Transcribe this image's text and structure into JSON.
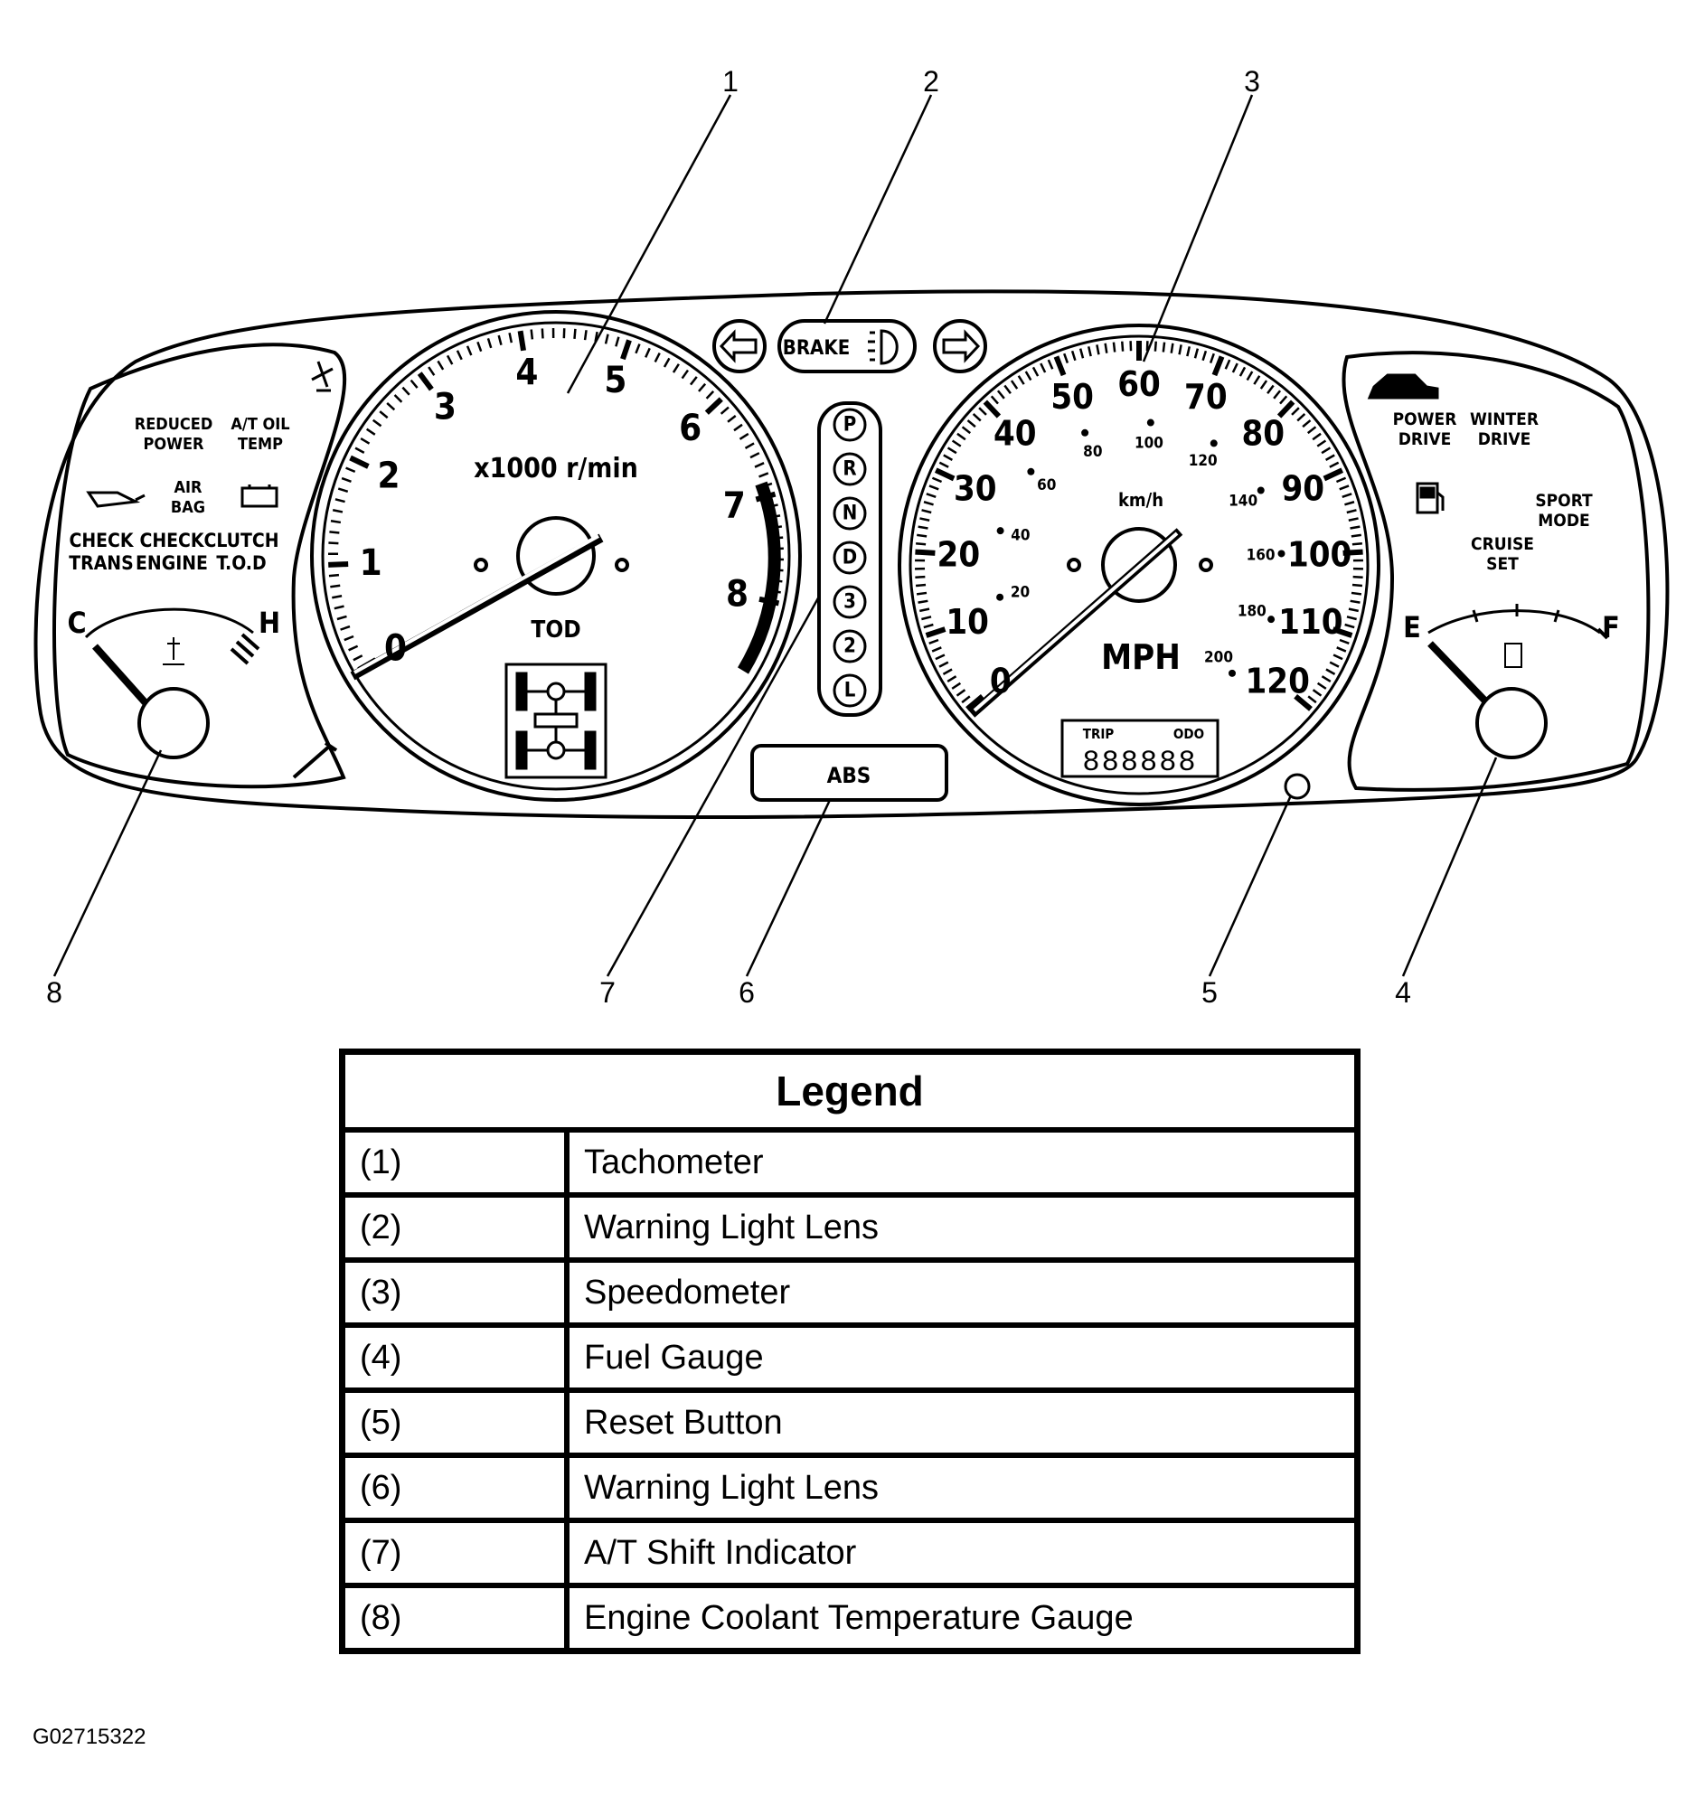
{
  "figure": {
    "id": "G02715322",
    "tachometer": {
      "numerals": [
        "0",
        "1",
        "2",
        "3",
        "4",
        "5",
        "6",
        "7",
        "8"
      ],
      "unit": "x1000 r/min",
      "tod_label": "TOD"
    },
    "speedometer": {
      "mph_numerals": [
        "0",
        "10",
        "20",
        "30",
        "40",
        "50",
        "60",
        "70",
        "80",
        "90",
        "100",
        "110",
        "120"
      ],
      "kmh_numerals": [
        "20",
        "40",
        "60",
        "80",
        "100",
        "120",
        "140",
        "160",
        "180",
        "200"
      ],
      "mph_unit": "MPH",
      "kmh_unit": "km/h",
      "odometer_labels": [
        "TRIP",
        "ODO"
      ],
      "odometer_digits": "888888"
    },
    "shift_positions": [
      "P",
      "R",
      "N",
      "D",
      "3",
      "2",
      "L"
    ],
    "left_panel": {
      "reduced_power": [
        "REDUCED",
        "POWER"
      ],
      "at_oil_temp": [
        "A/T OIL",
        "TEMP"
      ],
      "air_bag": [
        "AIR",
        "BAG"
      ],
      "check_trans": [
        "CHECK",
        "TRANS"
      ],
      "check_engine": [
        "CHECK",
        "ENGINE"
      ],
      "clutch_tod": [
        "CLUTCH",
        "T.O.D"
      ],
      "temp_cold": "C",
      "temp_hot": "H"
    },
    "right_panel": {
      "power_drive": [
        "POWER",
        "DRIVE"
      ],
      "winter_drive": [
        "WINTER",
        "DRIVE"
      ],
      "sport_mode": [
        "SPORT",
        "MODE"
      ],
      "cruise_set": [
        "CRUISE",
        "SET"
      ],
      "fuel_empty": "E",
      "fuel_full": "F"
    },
    "brake_label": "BRAKE",
    "abs_label": "ABS",
    "callouts": [
      "1",
      "2",
      "3",
      "4",
      "5",
      "6",
      "7",
      "8"
    ]
  },
  "legend": {
    "title": "Legend",
    "rows": [
      {
        "num": "(1)",
        "text": "Tachometer"
      },
      {
        "num": "(2)",
        "text": "Warning Light Lens"
      },
      {
        "num": "(3)",
        "text": "Speedometer"
      },
      {
        "num": "(4)",
        "text": "Fuel Gauge"
      },
      {
        "num": "(5)",
        "text": "Reset Button"
      },
      {
        "num": "(6)",
        "text": "Warning Light Lens"
      },
      {
        "num": "(7)",
        "text": "A/T Shift Indicator"
      },
      {
        "num": "(8)",
        "text": "Engine Coolant Temperature Gauge"
      }
    ]
  }
}
